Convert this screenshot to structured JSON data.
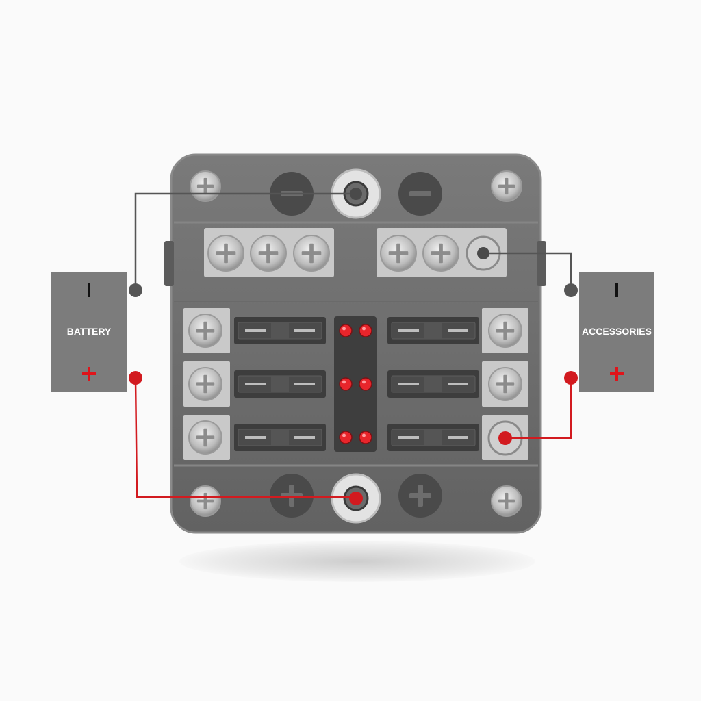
{
  "battery": {
    "label": "BATTERY",
    "negative_icon": "minus-icon",
    "positive_icon": "plus-icon"
  },
  "accessories": {
    "label": "ACCESSORIES",
    "negative_icon": "minus-icon",
    "positive_icon": "plus-icon"
  },
  "fuse_block": {
    "fuse_count": 6,
    "indicator_led_count": 6,
    "screw_icon": "phillips-screw-icon"
  },
  "colors": {
    "negative_wire": "#555555",
    "positive_wire": "#d21a1f",
    "housing": "#6d6d6d",
    "label_box": "#7c7c7c",
    "led": "#e8252b"
  }
}
